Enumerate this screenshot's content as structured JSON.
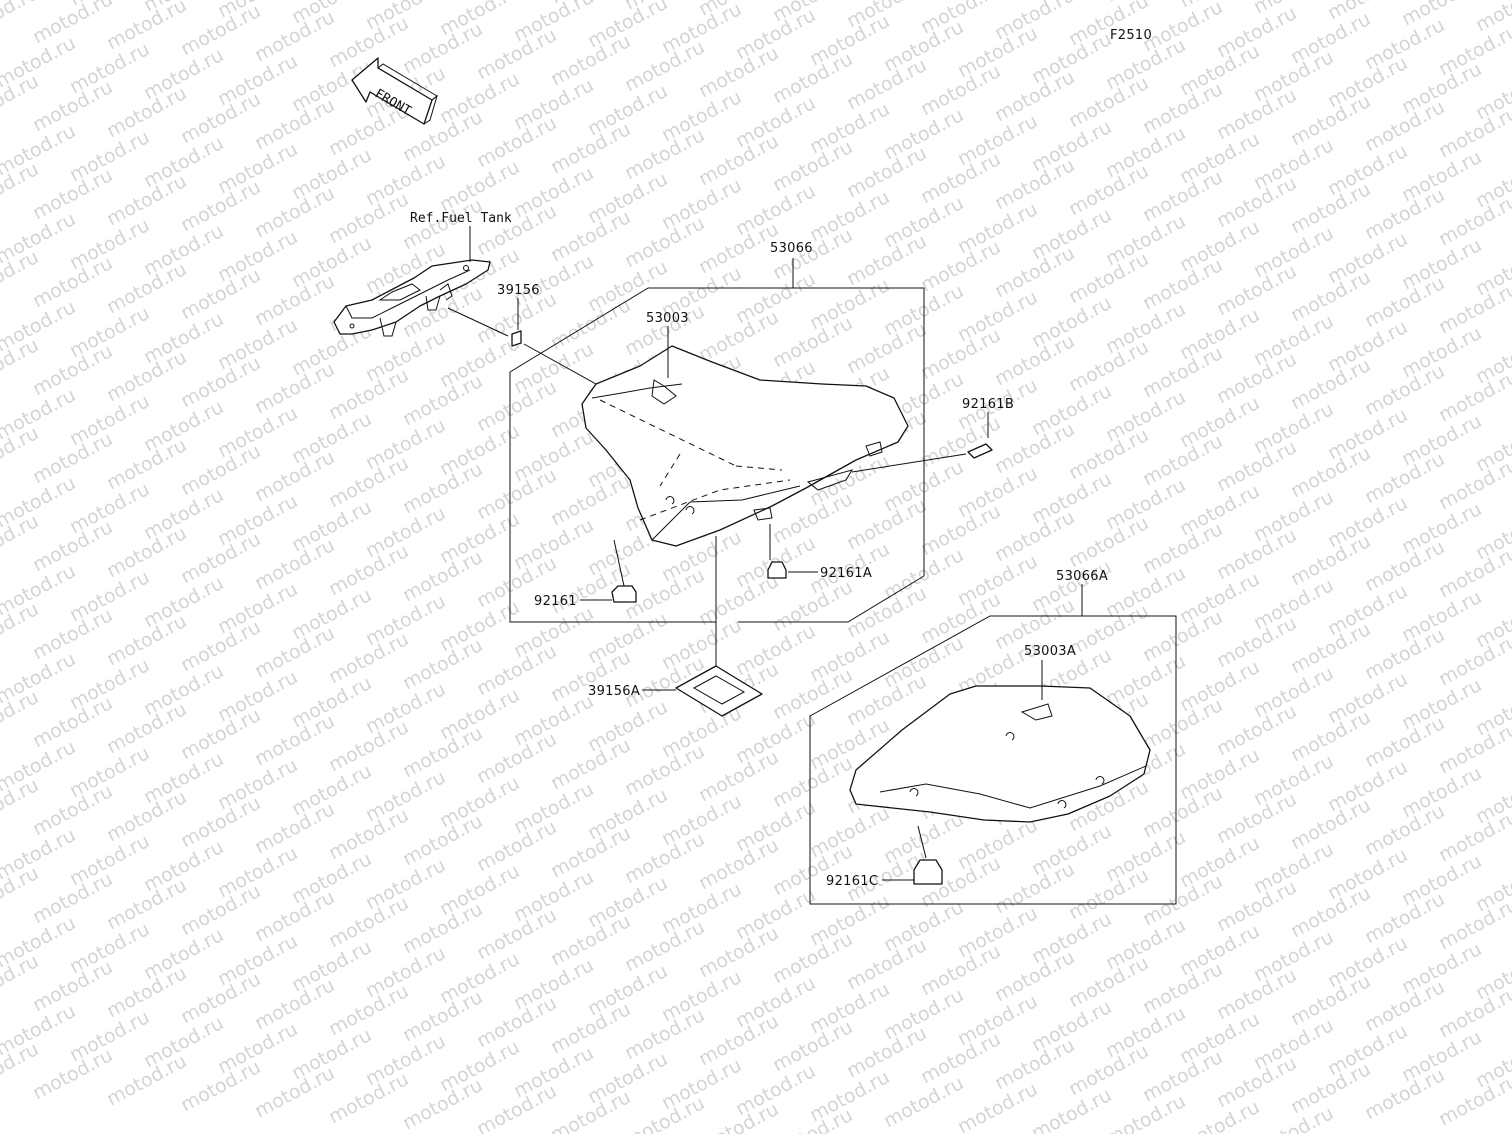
{
  "figure_code": "F2510",
  "front_label": "FRONT",
  "watermark": "motod.ru",
  "parts": {
    "ref_fuel_tank": "Ref.Fuel Tank",
    "p53066": "53066",
    "p53003": "53003",
    "p39156": "39156",
    "p92161B": "92161B",
    "p92161A": "92161A",
    "p92161": "92161",
    "p39156A": "39156A",
    "p53066A": "53066A",
    "p53003A": "53003A",
    "p92161C": "92161C"
  }
}
